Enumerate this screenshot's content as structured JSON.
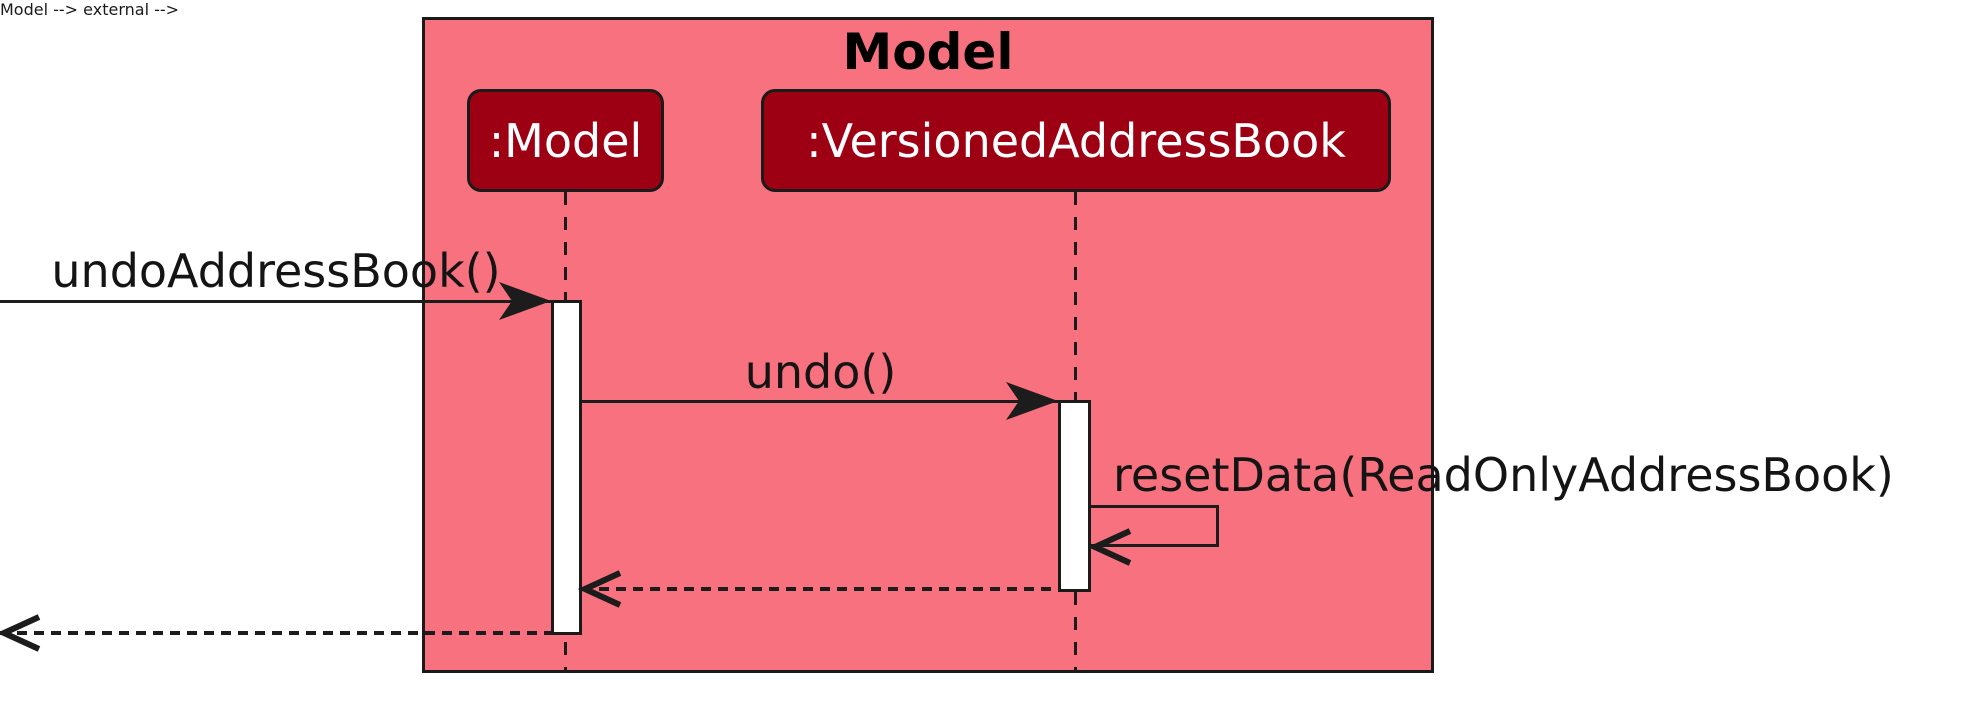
{
  "diagram": {
    "type": "uml-sequence",
    "group": {
      "title": "Model"
    },
    "participants": [
      {
        "name": ":Model"
      },
      {
        "name": ":VersionedAddressBook"
      }
    ],
    "messages": [
      {
        "label": "undoAddressBook()",
        "from": "external",
        "to": ":Model",
        "kind": "call",
        "line": "solid",
        "arrowhead": "filled"
      },
      {
        "label": "undo()",
        "from": ":Model",
        "to": ":VersionedAddressBook",
        "kind": "call",
        "line": "solid",
        "arrowhead": "filled"
      },
      {
        "label": "resetData(ReadOnlyAddressBook)",
        "from": ":VersionedAddressBook",
        "to": ":VersionedAddressBook",
        "kind": "self-call",
        "line": "solid",
        "arrowhead": "open"
      },
      {
        "label": "",
        "from": ":VersionedAddressBook",
        "to": ":Model",
        "kind": "return",
        "line": "dotted",
        "arrowhead": "open"
      },
      {
        "label": "",
        "from": ":Model",
        "to": "external",
        "kind": "return",
        "line": "dotted",
        "arrowhead": "open"
      }
    ],
    "colors": {
      "group_fill": "#F7727E",
      "participant_fill": "#9D0012",
      "participant_text": "#FFFFFF",
      "activation_fill": "#FFFFFF",
      "line": "#1C1C1C",
      "frame_border": "#1A1A1A",
      "title_text": "#000000"
    }
  }
}
